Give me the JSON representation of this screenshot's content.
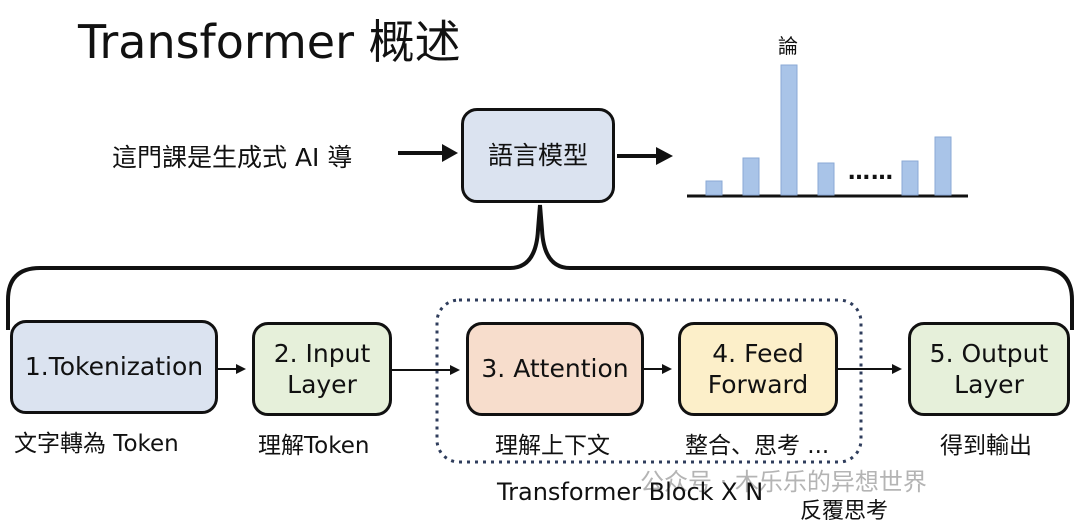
{
  "title": "Transformer 概述",
  "input_sentence": "這門課是生成式 AI 導",
  "language_model": "語言模型",
  "distribution": {
    "top_word": "論",
    "ellipsis": "……",
    "bar_color": "#a9c4e8"
  },
  "stages": [
    {
      "label": "1.Tokenization",
      "caption": "文字轉為 Token",
      "color": "#dbe3f0"
    },
    {
      "label": "2. Input\nLayer",
      "caption": "理解Token",
      "color": "#e6f0da"
    },
    {
      "label": "3. Attention",
      "caption": "理解上下文",
      "color": "#f7ddcc"
    },
    {
      "label": "4. Feed\nForward",
      "caption": "整合、思考 ...",
      "color": "#fcefc9"
    },
    {
      "label": "5. Output\nLayer",
      "caption": "得到輸出",
      "color": "#e6f0da"
    }
  ],
  "block": {
    "label": "Transformer Block  X N",
    "repeat_caption": "反覆思考"
  },
  "watermark": "公众号 · 木乐乐的异想世界"
}
